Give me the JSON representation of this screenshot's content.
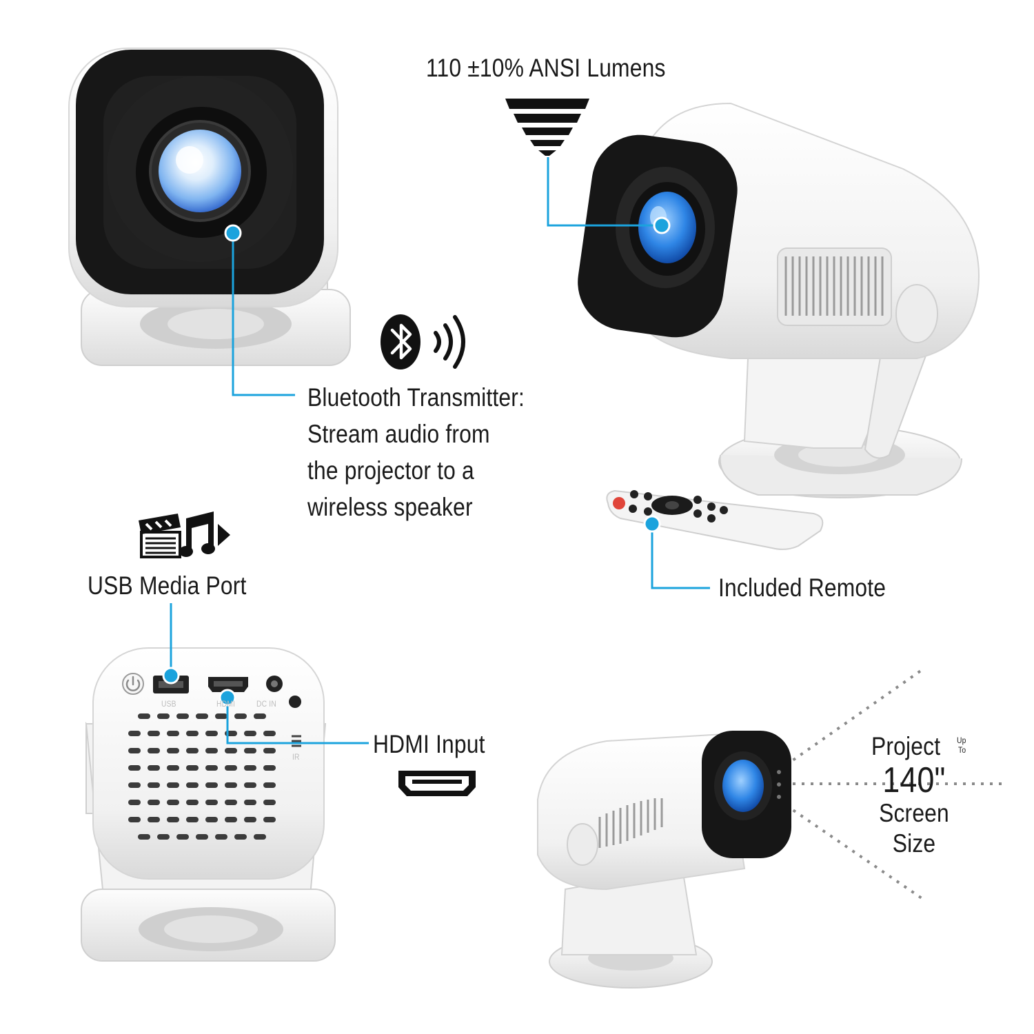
{
  "labels": {
    "lumens": "110 ±10% ANSI Lumens",
    "bluetooth": [
      "Bluetooth Transmitter:",
      "Stream audio from",
      "the projector to a",
      "wireless speaker"
    ],
    "usb": "USB Media Port",
    "remote": "Included Remote",
    "hdmi": "HDMI Input",
    "project": {
      "word": "Project",
      "up": "Up",
      "to": "To",
      "size_value": "140\"",
      "screen": "Screen",
      "size": "Size"
    }
  },
  "port_labels": {
    "usb": "USB",
    "hdmi": "HDMI",
    "dcin": "DC IN",
    "ir": "IR"
  },
  "colors": {
    "callout": "#1ba3dd",
    "text": "#1a1a1a",
    "body": "#f4f4f4",
    "bezel": "#161616",
    "lens": "#3a86e8"
  },
  "icons": [
    "wifi-signal-icon",
    "bluetooth-icon",
    "sound-waves-icon",
    "clapperboard-icon",
    "music-note-icon",
    "play-arrow-icon",
    "hdmi-port-icon",
    "power-icon"
  ]
}
